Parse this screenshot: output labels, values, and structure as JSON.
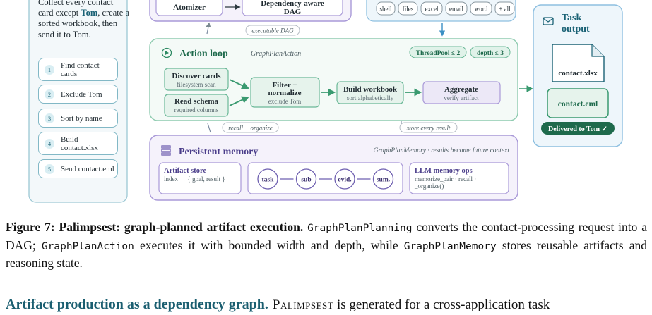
{
  "figure": {
    "request": {
      "text_pre": "Collect every contact card except ",
      "text_tom": "Tom",
      "text_post": ", create a sorted workbook, then send it to Tom.",
      "steps": [
        {
          "num": "1",
          "label": "Find contact cards"
        },
        {
          "num": "2",
          "label": "Exclude Tom"
        },
        {
          "num": "3",
          "label": "Sort by name"
        },
        {
          "num": "4",
          "label": "Build contact.xlsx"
        },
        {
          "num": "5",
          "label": "Send contact.eml"
        }
      ]
    },
    "planning": {
      "atomizer": "Atomizer",
      "dag_line1": "Dependency-aware",
      "dag_line2": "DAG",
      "executable_dag": "executable DAG"
    },
    "tools": [
      "shell",
      "files",
      "excel",
      "email",
      "word",
      "+ all"
    ],
    "action_loop": {
      "title": "Action loop",
      "class_name": "GraphPlanAction",
      "threadpool": "ThreadPool ≤ 2",
      "depth": "depth ≤ 3",
      "discover_title": "Discover cards",
      "discover_sub": "filesystem scan",
      "schema_title": "Read schema",
      "schema_sub": "required columns",
      "filter_line1": "Filter +",
      "filter_line2": "normalize",
      "filter_sub": "exclude Tom",
      "build_title": "Build workbook",
      "build_sub": "sort alphabetically",
      "aggregate_title": "Aggregate",
      "aggregate_sub": "verify artifact"
    },
    "links": {
      "recall": "recall + organize",
      "store": "store every result"
    },
    "memory": {
      "title": "Persistent memory",
      "subtitle": "GraphPlanMemory · results become future context",
      "artifact_title": "Artifact store",
      "artifact_sub": "index → { goal, result }",
      "nodes": [
        "task",
        "sub",
        "evid.",
        "sum."
      ],
      "llm_title": "LLM memory ops",
      "llm_line1": "memorize_pair · recall ·",
      "llm_line2": "_organize()"
    },
    "output": {
      "title_line1": "Task",
      "title_line2": "output",
      "xlsx": "contact.xlsx",
      "eml": "contact.eml",
      "delivered": "Delivered to Tom ✓"
    }
  },
  "caption": {
    "label": "Figure 7: Palimpsest: graph-planned artifact execution.",
    "t1_code": "GraphPlanPlanning",
    "t2": " converts the contact-processing request into a DAG; ",
    "t3_code": "GraphPlanAction",
    "t4": " executes it with bounded width and depth, while ",
    "t5_code": "GraphPlanMemory",
    "t6": " stores reusable artifacts and reasoning state."
  },
  "section": {
    "heading": "Artifact production as a dependency graph.",
    "name": "Palimpsest",
    "rest": " is generated for a cross-application task"
  },
  "colors": {
    "teal": "#1a6275",
    "green": "#2e8a63",
    "purple": "#8e7fc4",
    "blue": "#3a8fc4"
  }
}
